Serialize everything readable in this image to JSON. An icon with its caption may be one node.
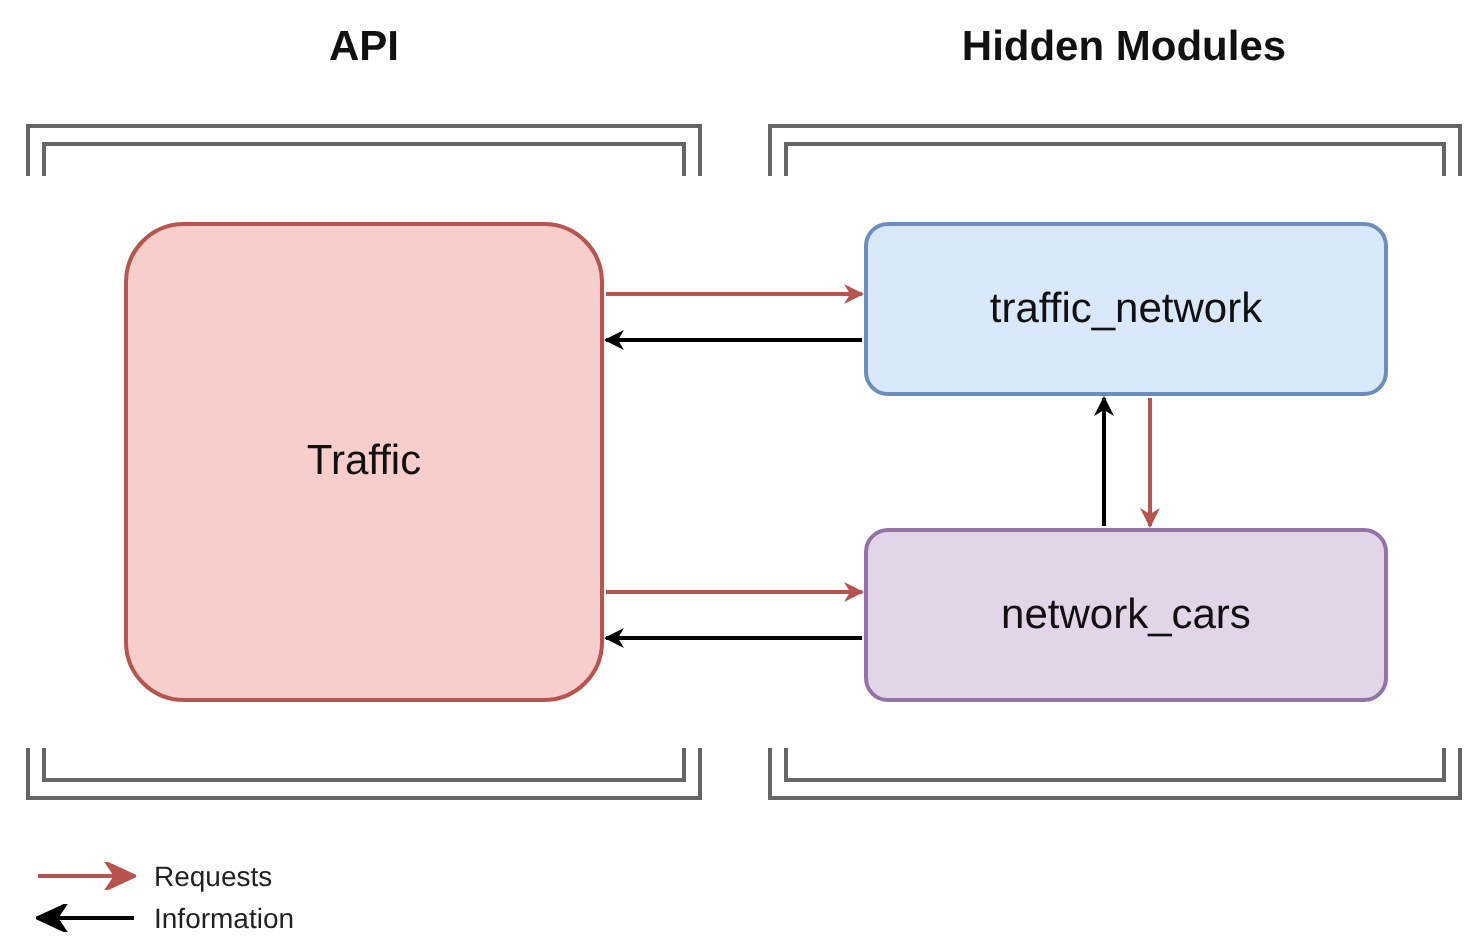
{
  "diagram": {
    "nodes": [
      {
        "text": [
          "Traffic"
        ]
      },
      {
        "text": [
          "traffic_network"
        ]
      },
      {
        "text": [
          "network_cars"
        ]
      }
    ],
    "edges": [
      {
        "from": 0,
        "to": 1,
        "arrow": "to",
        "color": "#b85450"
      },
      {
        "from": 1,
        "to": 0,
        "arrow": "to",
        "color": "#000000"
      },
      {
        "from": 2,
        "to": 1,
        "arrow": "to",
        "color": "#000000"
      },
      {
        "from": 1,
        "to": 2,
        "arrow": "to",
        "color": "#b85450"
      },
      {
        "from": 0,
        "to": 2,
        "arrow": "to",
        "color": "#b85450"
      },
      {
        "from": 2,
        "to": 0,
        "arrow": "to",
        "color": "#000000"
      }
    ],
    "labels": [
      "API",
      "Hidden Modules"
    ],
    "legend": [
      {
        "text": "Requests"
      },
      {
        "text": "Information"
      }
    ]
  }
}
